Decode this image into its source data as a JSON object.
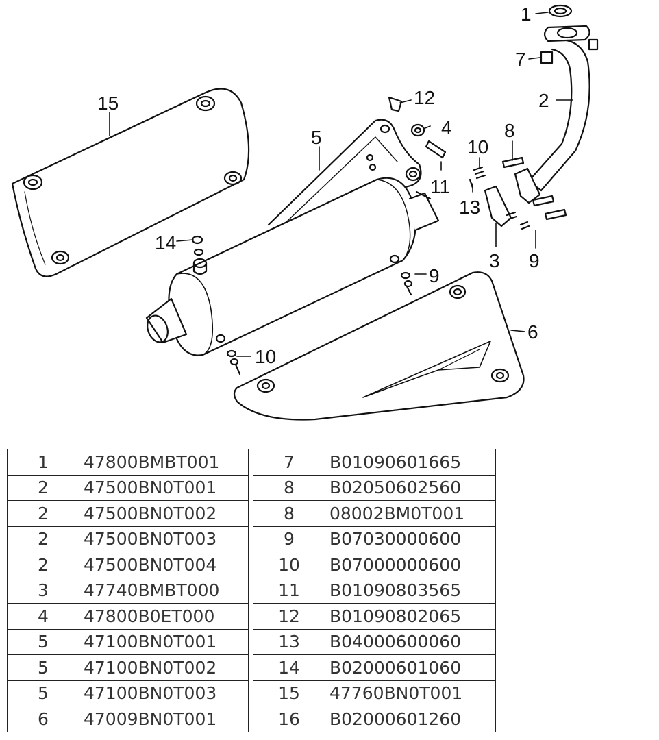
{
  "diagram": {
    "callouts": [
      {
        "id": "c1",
        "text": "1"
      },
      {
        "id": "c7",
        "text": "7"
      },
      {
        "id": "c2",
        "text": "2"
      },
      {
        "id": "c12",
        "text": "12"
      },
      {
        "id": "c4",
        "text": "4"
      },
      {
        "id": "c15",
        "text": "15"
      },
      {
        "id": "c5",
        "text": "5"
      },
      {
        "id": "c8",
        "text": "8"
      },
      {
        "id": "c10a",
        "text": "10"
      },
      {
        "id": "c11",
        "text": "11"
      },
      {
        "id": "c13",
        "text": "13"
      },
      {
        "id": "c14",
        "text": "14"
      },
      {
        "id": "c3",
        "text": "3"
      },
      {
        "id": "c9a",
        "text": "9"
      },
      {
        "id": "c9b",
        "text": "9"
      },
      {
        "id": "c6",
        "text": "6"
      },
      {
        "id": "c10b",
        "text": "10"
      }
    ]
  },
  "parts_table": {
    "rows": [
      {
        "left_no": "1",
        "left_pn": "47800BMBT001",
        "right_no": "7",
        "right_pn": "B01090601665"
      },
      {
        "left_no": "2",
        "left_pn": "47500BN0T001",
        "right_no": "8",
        "right_pn": "B02050602560"
      },
      {
        "left_no": "2",
        "left_pn": "47500BN0T002",
        "right_no": "8",
        "right_pn": "08002BM0T001"
      },
      {
        "left_no": "2",
        "left_pn": "47500BN0T003",
        "right_no": "9",
        "right_pn": "B07030000600"
      },
      {
        "left_no": "2",
        "left_pn": "47500BN0T004",
        "right_no": "10",
        "right_pn": "B07000000600"
      },
      {
        "left_no": "3",
        "left_pn": "47740BMBT000",
        "right_no": "11",
        "right_pn": "B01090803565"
      },
      {
        "left_no": "4",
        "left_pn": "47800B0ET000",
        "right_no": "12",
        "right_pn": "B01090802065"
      },
      {
        "left_no": "5",
        "left_pn": "47100BN0T001",
        "right_no": "13",
        "right_pn": "B04000600060"
      },
      {
        "left_no": "5",
        "left_pn": "47100BN0T002",
        "right_no": "14",
        "right_pn": "B02000601060"
      },
      {
        "left_no": "5",
        "left_pn": "47100BN0T003",
        "right_no": "15",
        "right_pn": "47760BN0T001"
      },
      {
        "left_no": "6",
        "left_pn": "47009BN0T001",
        "right_no": "16",
        "right_pn": "B02000601260"
      }
    ]
  }
}
